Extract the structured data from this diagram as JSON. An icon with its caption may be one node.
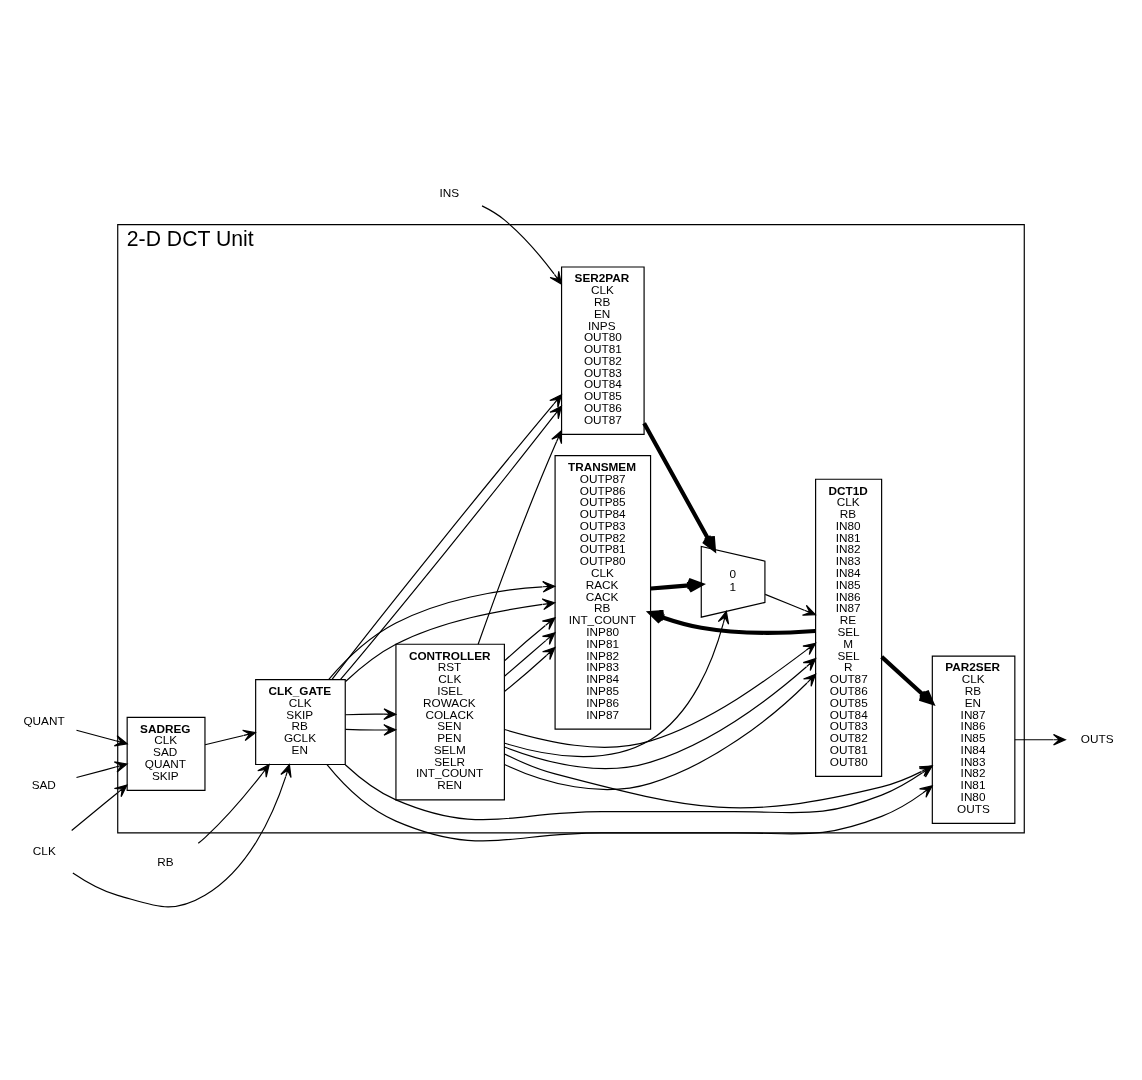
{
  "diagram": {
    "nodes": [
      {
        "text": [
          "2-D DCT Unit"
        ]
      },
      {
        "text": [
          "SADREG",
          "CLK",
          "SAD",
          "QUANT",
          "SKIP"
        ],
        "in": 0
      },
      {
        "text": [
          "CLK_GATE",
          "CLK",
          "SKIP",
          "RB",
          "GCLK",
          "EN"
        ],
        "in": 0
      },
      {
        "text": [
          "CONTROLLER",
          "RST",
          "CLK",
          "ISEL",
          "ROWACK",
          "COLACK",
          "SEN",
          "PEN",
          "SELM",
          "SELR",
          "INT_COUNT",
          "REN"
        ],
        "in": 0
      },
      {
        "text": [
          "TRANSMEM",
          "OUTP87",
          "OUTP86",
          "OUTP85",
          "OUTP84",
          "OUTP83",
          "OUTP82",
          "OUTP81",
          "OUTP80",
          "CLK",
          "RACK",
          "CACK",
          "RB",
          "INT_COUNT",
          "INP80",
          "INP81",
          "INP82",
          "INP83",
          "INP84",
          "INP85",
          "INP86",
          "INP87"
        ],
        "in": 0
      },
      {
        "text": [
          "0",
          "1"
        ],
        "in": 0
      },
      {
        "text": [
          "DCT1D",
          "CLK",
          "RB",
          "IN80",
          "IN81",
          "IN82",
          "IN83",
          "IN84",
          "IN85",
          "IN86",
          "IN87",
          "RE",
          "SEL",
          "M",
          "SEL",
          "R",
          "OUT87",
          "OUT86",
          "OUT85",
          "OUT84",
          "OUT83",
          "OUT82",
          "OUT81",
          "OUT80"
        ],
        "in": 0
      },
      {
        "text": [
          "SER2PAR",
          "CLK",
          "RB",
          "EN",
          "INPS",
          "OUT80",
          "OUT81",
          "OUT82",
          "OUT83",
          "OUT84",
          "OUT85",
          "OUT86",
          "OUT87"
        ],
        "in": 0
      },
      {
        "text": [
          "PAR2SER",
          "CLK",
          "RB",
          "EN",
          "IN87",
          "IN86",
          "IN85",
          "IN84",
          "IN83",
          "IN82",
          "IN81",
          "IN80",
          "OUTS"
        ],
        "in": 0
      },
      {
        "text": [
          "CLK"
        ]
      },
      {
        "text": [
          "SAD"
        ]
      },
      {
        "text": [
          "QUANT"
        ]
      },
      {
        "text": [
          "RB"
        ]
      },
      {
        "text": [
          "INS"
        ]
      },
      {
        "text": [
          "OUTS"
        ]
      }
    ],
    "edges": [
      {
        "from": 9,
        "to": 1,
        "arrow": "to"
      },
      {
        "from": 10,
        "to": 1,
        "arrow": "to"
      },
      {
        "from": 11,
        "to": 1,
        "arrow": "to"
      },
      {
        "from": 9,
        "to": 2,
        "arrow": "to"
      },
      {
        "from": 1,
        "to": 2,
        "arrow": "to"
      },
      {
        "from": 12,
        "to": 2,
        "arrow": "to"
      },
      {
        "from": 2,
        "to": 4,
        "arrow": "to"
      },
      {
        "from": 2,
        "to": 8,
        "arrow": "to"
      },
      {
        "from": 2,
        "to": 3,
        "arrow": "to"
      },
      {
        "from": 2,
        "to": 7,
        "arrow": "to"
      },
      {
        "from": 2,
        "to": 4,
        "arrow": "to"
      },
      {
        "from": 2,
        "to": 8,
        "arrow": "to"
      },
      {
        "from": 2,
        "to": 3,
        "arrow": "to"
      },
      {
        "from": 2,
        "to": 7,
        "arrow": "to"
      },
      {
        "from": 3,
        "to": 5,
        "arrow": "to"
      },
      {
        "from": 3,
        "to": 4,
        "arrow": "to"
      },
      {
        "from": 3,
        "to": 4,
        "arrow": "to"
      },
      {
        "from": 3,
        "to": 7,
        "arrow": "to"
      },
      {
        "from": 3,
        "to": 8,
        "arrow": "to"
      },
      {
        "from": 3,
        "to": 6,
        "arrow": "to"
      },
      {
        "from": 3,
        "to": 6,
        "arrow": "to"
      },
      {
        "from": 3,
        "to": 4,
        "arrow": "to"
      },
      {
        "from": 3,
        "to": 6,
        "arrow": "to"
      },
      {
        "from": 4,
        "to": 5,
        "arrow": "to",
        "style": "thick"
      },
      {
        "from": 7,
        "to": 5,
        "arrow": "to",
        "style": "thick"
      },
      {
        "from": 5,
        "to": 6,
        "arrow": "to"
      },
      {
        "from": 6,
        "to": 4,
        "arrow": "to",
        "style": "thick"
      },
      {
        "from": 6,
        "to": 8,
        "arrow": "to",
        "style": "thick"
      },
      {
        "from": 13,
        "to": 7,
        "arrow": "to"
      },
      {
        "from": 8,
        "to": 14,
        "arrow": "to"
      }
    ]
  }
}
